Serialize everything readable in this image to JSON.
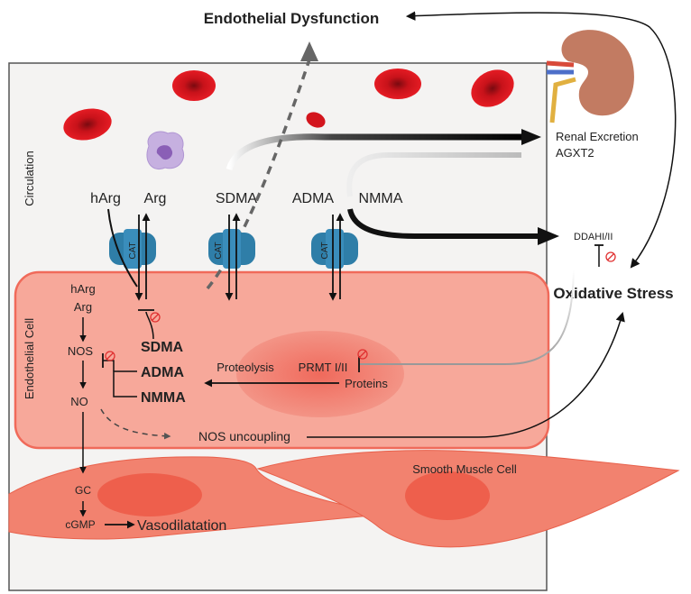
{
  "title": "Endothelial Dysfunction",
  "compartments": {
    "circulation": "Circulation",
    "endothelial_cell": "Endothelial Cell",
    "smooth_muscle_cell": "Smooth Muscle Cell"
  },
  "circulating": {
    "harg": "hArg",
    "arg": "Arg",
    "sdma": "SDMA",
    "adma": "ADMA",
    "nmma": "NMMA"
  },
  "transporter": "CAT",
  "renal": {
    "line1": "Renal Excretion",
    "line2": "AGXT2"
  },
  "ddah": "DDAHI/II",
  "oxidative_stress": "Oxidative Stress",
  "intracellular": {
    "harg": "hArg",
    "arg": "Arg",
    "nos": "NOS",
    "no": "NO",
    "sdma": "SDMA",
    "adma": "ADMA",
    "nmma": "NMMA",
    "proteolysis": "Proteolysis",
    "prmt": "PRMT I/II",
    "proteins": "Proteins",
    "nos_uncoupling": "NOS uncoupling"
  },
  "smooth_muscle": {
    "gc": "GC",
    "cgmp": "cGMP",
    "vasodilatation": "Vasodilatation"
  },
  "colors": {
    "rbc": "#d9161e",
    "endothelial_fill": "#f7a89a",
    "endothelial_border": "#f06a5a",
    "nucleus": "#f07f72",
    "smooth_muscle": "#f2826f",
    "transporter": "#2f7ea8",
    "leukocyte": "#b79ad8",
    "inhibit": "#e03030"
  }
}
